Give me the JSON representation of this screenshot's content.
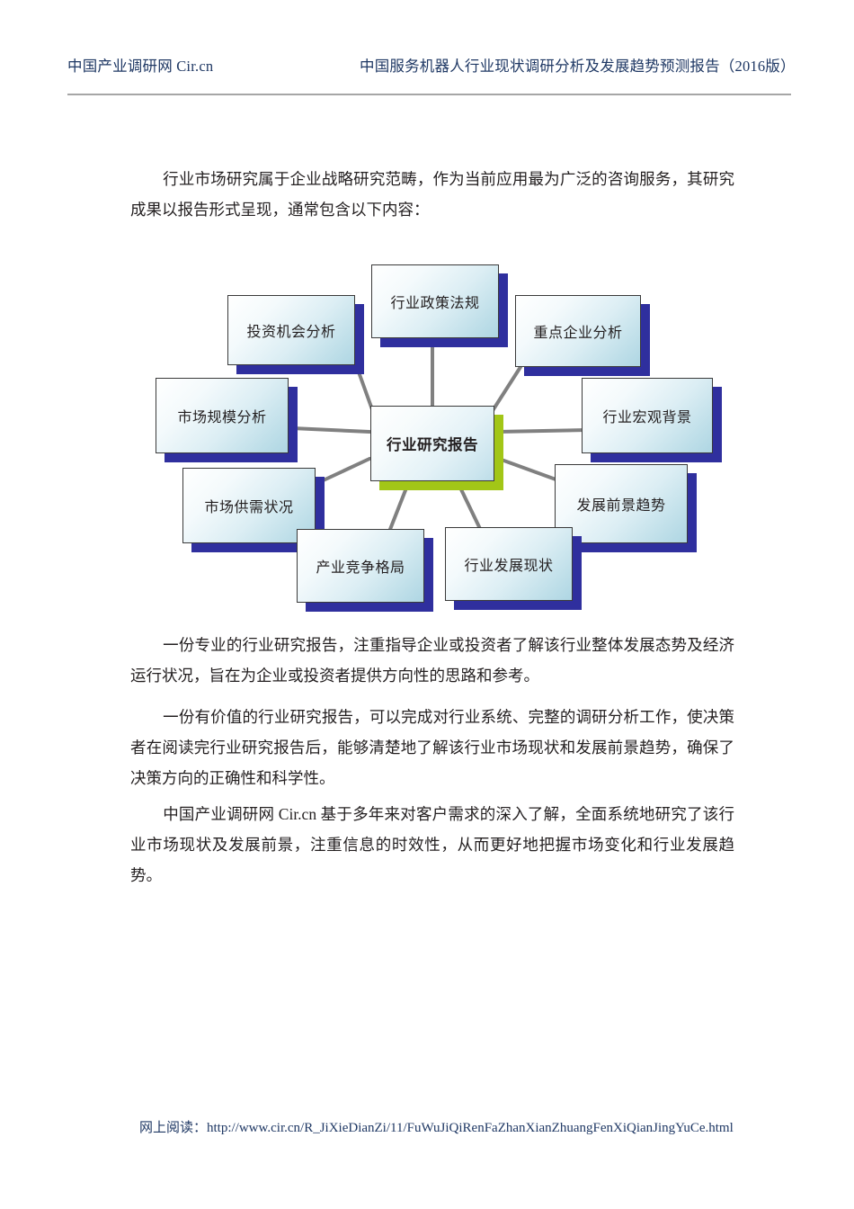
{
  "header": {
    "left": "中国产业调研网 Cir.cn",
    "right": "中国服务机器人行业现状调研分析及发展趋势预测报告（2016版）"
  },
  "paragraphs": {
    "intro": "行业市场研究属于企业战略研究范畴，作为当前应用最为广泛的咨询服务，其研究成果以报告形式呈现，通常包含以下内容：",
    "p2": "一份专业的行业研究报告，注重指导企业或投资者了解该行业整体发展态势及经济运行状况，旨在为企业或投资者提供方向性的思路和参考。",
    "p3": "一份有价值的行业研究报告，可以完成对行业系统、完整的调研分析工作，使决策者在阅读完行业研究报告后，能够清楚地了解该行业市场现状和发展前景趋势，确保了决策方向的正确性和科学性。",
    "p4": "中国产业调研网 Cir.cn 基于多年来对客户需求的深入了解，全面系统地研究了该行业市场现状及发展前景，注重信息的时效性，从而更好地把握市场变化和行业发展趋势。"
  },
  "diagram": {
    "center": {
      "label": "行业研究报告",
      "shadow_color": "#a2c617"
    },
    "node_shadow_color": "#2f2f9e",
    "link_color": "#808080",
    "nodes": [
      {
        "label": "行业政策法规"
      },
      {
        "label": "投资机会分析"
      },
      {
        "label": "重点企业分析"
      },
      {
        "label": "市场规模分析"
      },
      {
        "label": "行业宏观背景"
      },
      {
        "label": "市场供需状况"
      },
      {
        "label": "发展前景趋势"
      },
      {
        "label": "产业竞争格局"
      },
      {
        "label": "行业发展现状"
      }
    ]
  },
  "footer": {
    "label": "网上阅读：",
    "url": "http://www.cir.cn/R_JiXieDianZi/11/FuWuJiQiRenFaZhanXianZhuangFenXiQianJingYuCe.html"
  }
}
